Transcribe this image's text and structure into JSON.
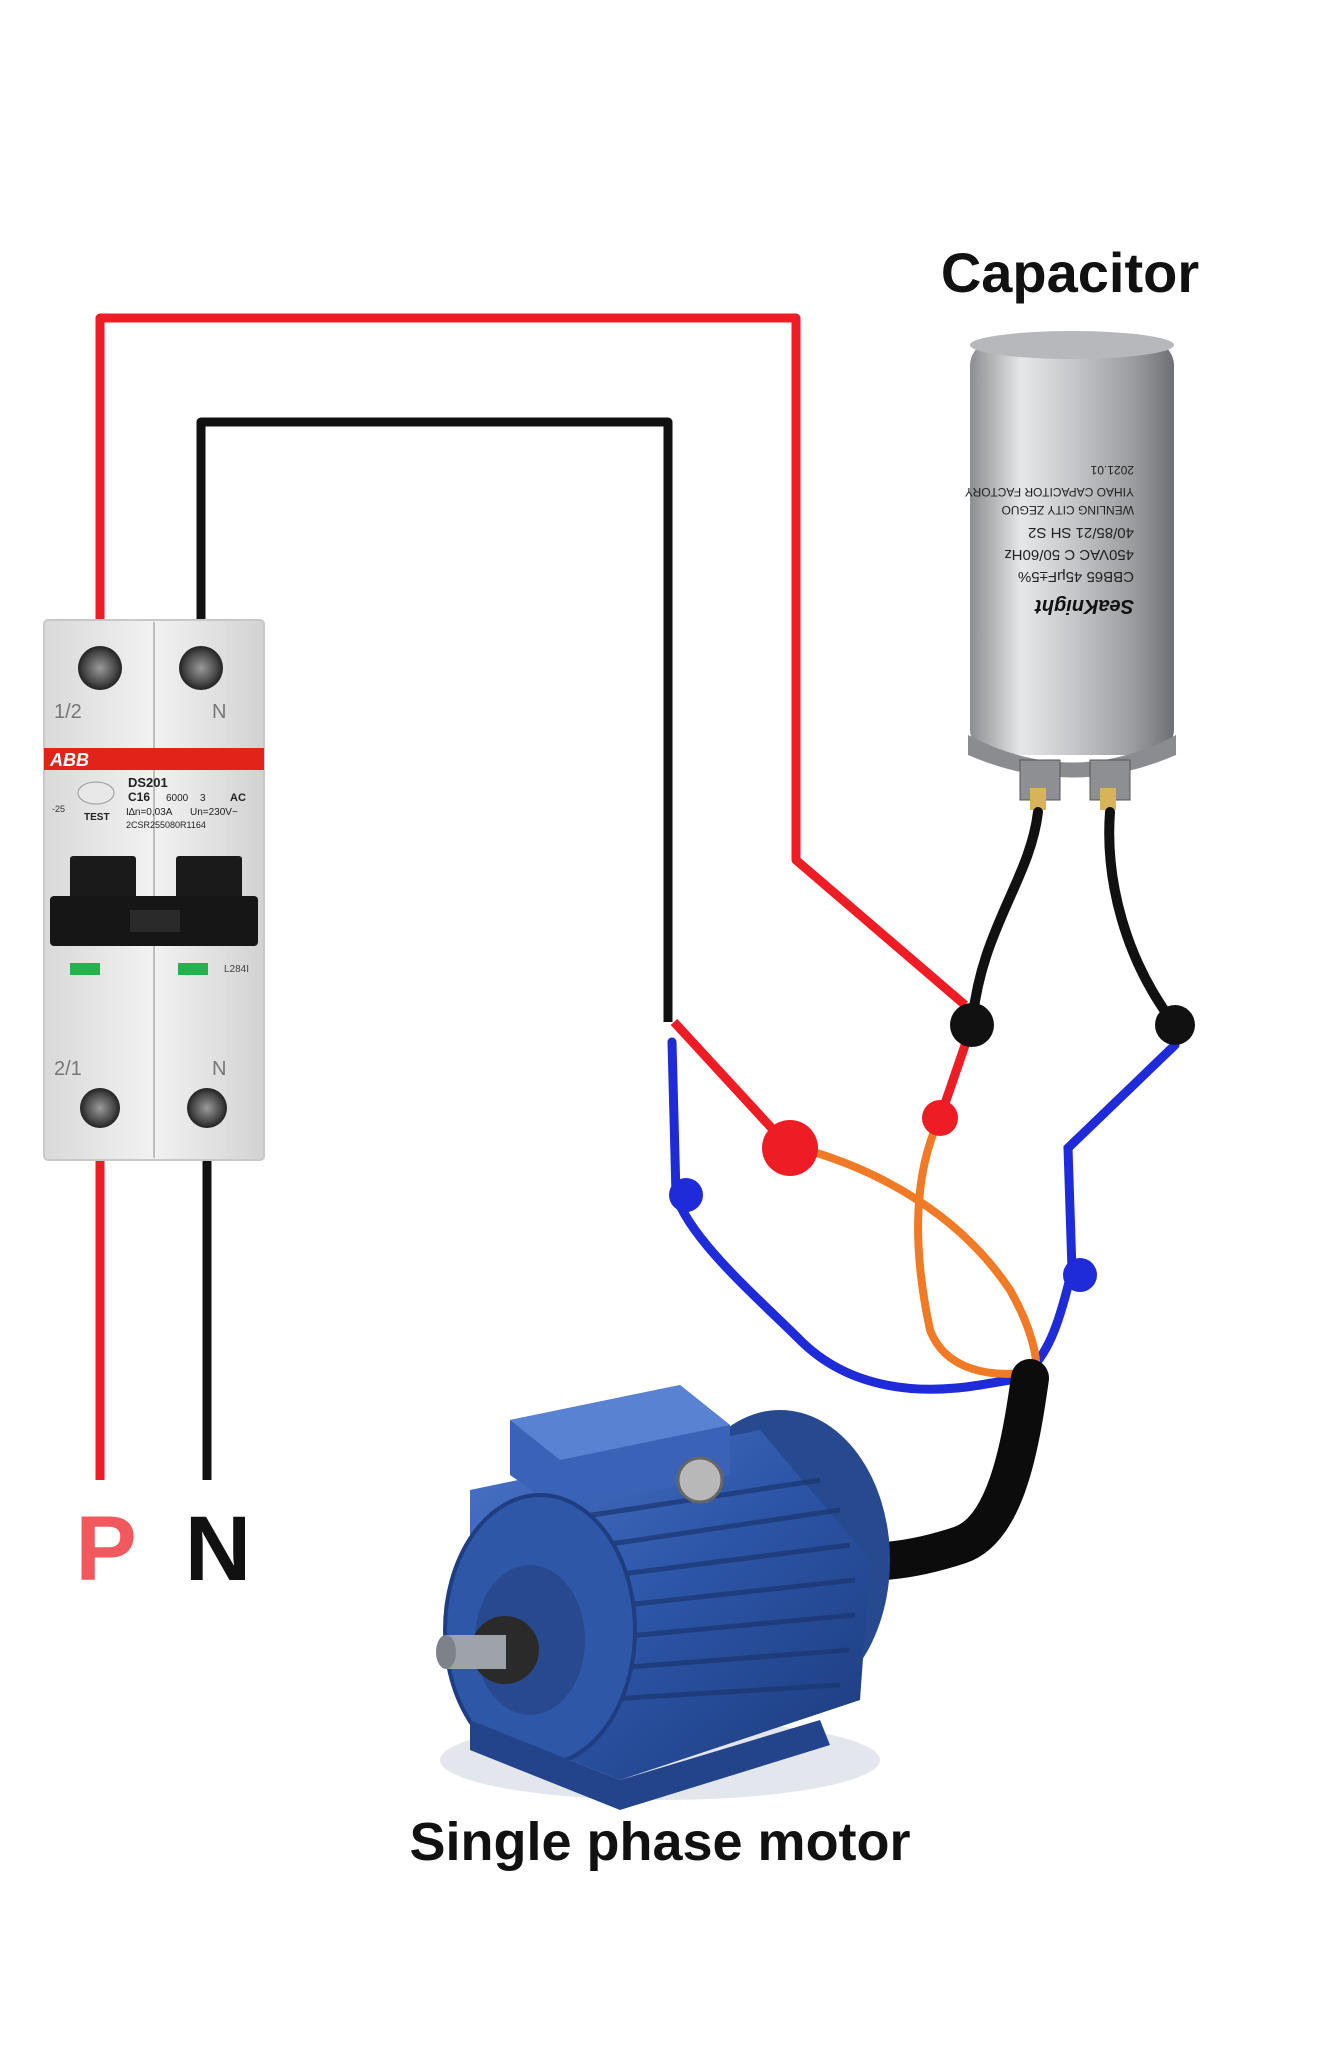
{
  "title_capacitor": "Capacitor",
  "title_motor": "Single phase motor",
  "supply": {
    "phase": "P",
    "neutral": "N"
  },
  "breaker": {
    "brand": "ABB",
    "model": "DS201",
    "rating": "C16",
    "breaking_capacity": "6000",
    "class": "3",
    "type": "AC",
    "test": "TEST",
    "residual": "I∆n=0,03A",
    "voltage": "Un=230V~",
    "code": "2CSR255080R1164",
    "temp": "-25",
    "side_code": "L284I",
    "top_left": "1/2",
    "top_right": "N",
    "bottom_left": "2/1",
    "bottom_right": "N"
  },
  "capacitor": {
    "brand": "SeaKnight",
    "line1": "CBB65  45μF±5%",
    "line2": "450VAC  C  50/60Hz",
    "line3": "40/85/21  SH  S2",
    "line4": "WENLING CITY ZEGUO",
    "line5": "YIHAO CAPACITOR FACTORY",
    "line6": "2021.01"
  },
  "colors": {
    "phase_wire": "#ee1c24",
    "neutral_wire": "#111111",
    "motor_wire_blue": "#1f2bd8",
    "motor_wire_orange": "#f07a25",
    "phase_label": "#f05a5f",
    "motor_body": "#2e55a8"
  }
}
